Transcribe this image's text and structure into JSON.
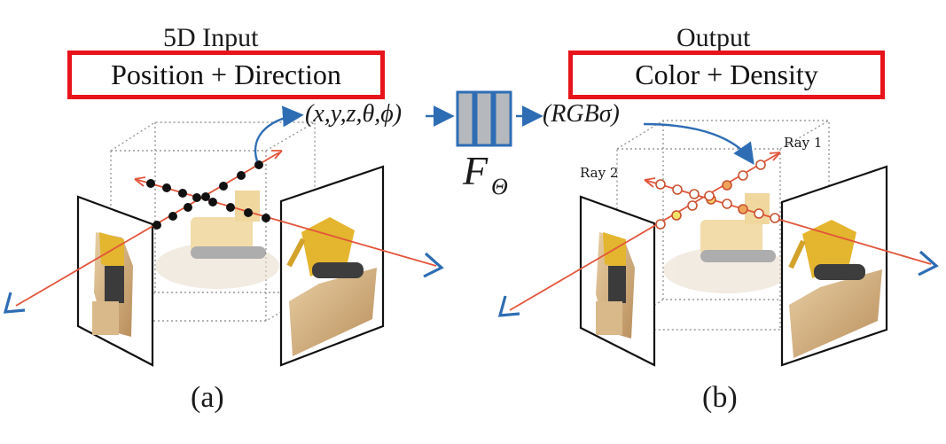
{
  "left": {
    "title": "5D Input",
    "boxed_label": "Position + Direction",
    "caption": "(a)",
    "input_tuple": "(x,y,z,θ,ϕ)"
  },
  "center": {
    "network_label": "F",
    "network_subscript": "Θ"
  },
  "right": {
    "title": "Output",
    "boxed_label": "Color + Density",
    "caption": "(b)",
    "output_tuple": "(RGBσ)",
    "ray1_label": "Ray 1",
    "ray2_label": "Ray 2"
  },
  "colors": {
    "highlight_box": "#e8141b",
    "ray": "#e2553b",
    "arrow": "#2e6db4",
    "network_fill": "#b5b9bd",
    "network_stroke": "#2e6db4"
  }
}
